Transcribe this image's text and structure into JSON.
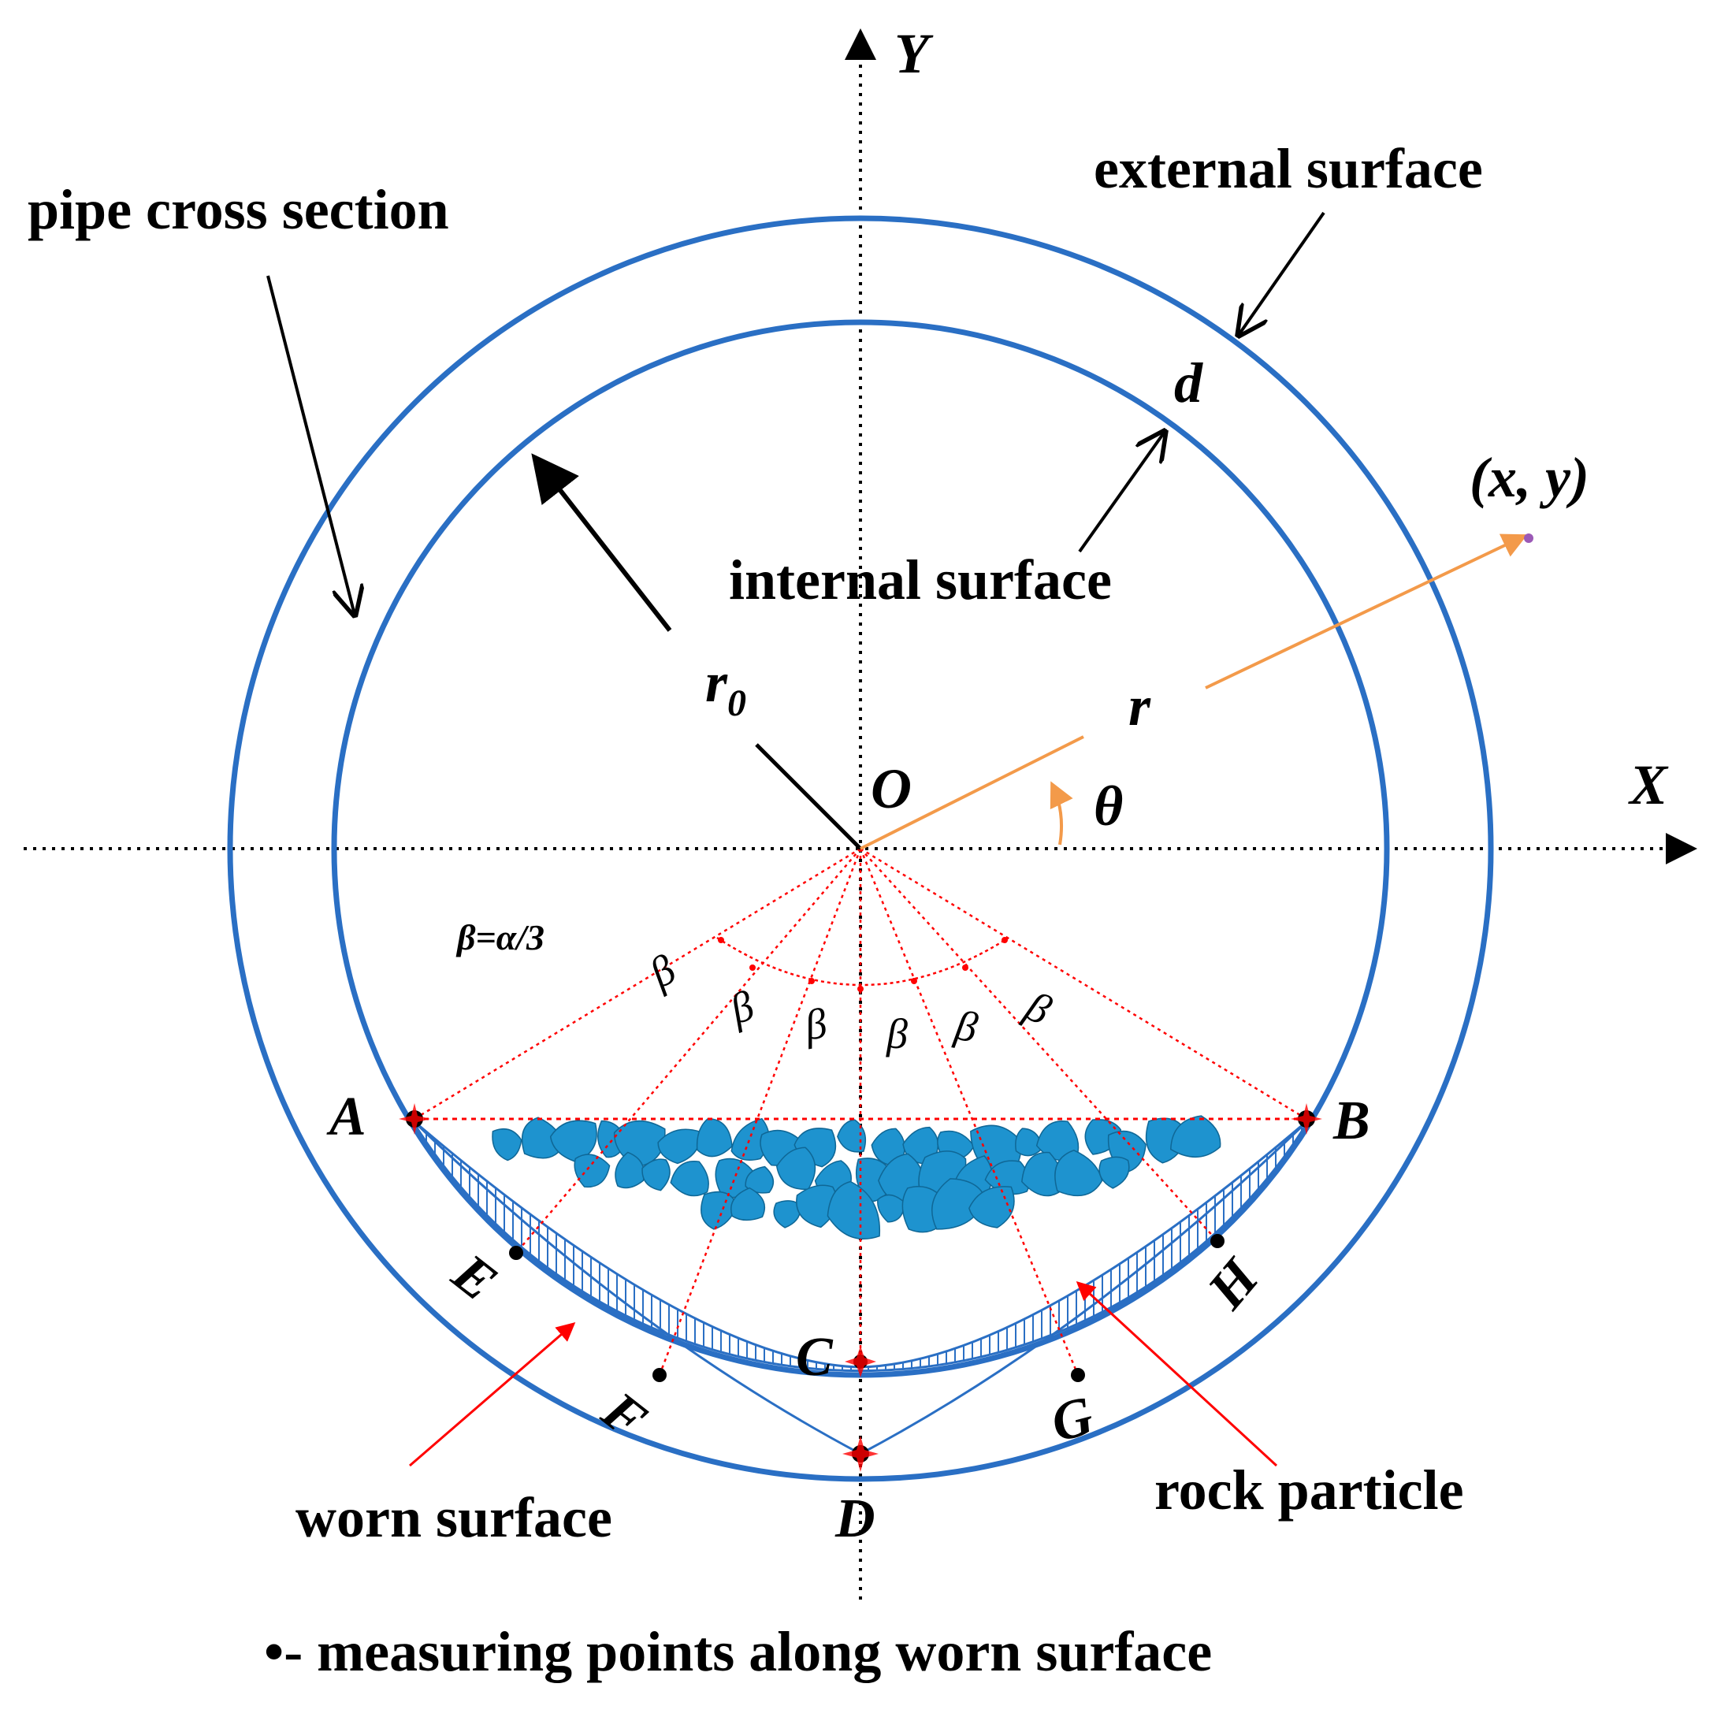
{
  "axes": {
    "x_label": "X",
    "y_label": "Y",
    "origin_label": "O"
  },
  "labels": {
    "pipe_cross_section": "pipe cross section",
    "external_surface": "external surface",
    "internal_surface": "internal surface",
    "thickness": "d",
    "inner_radius": "r",
    "inner_radius_sub": "0",
    "radius": "r",
    "angle": "θ",
    "point": "(x, y)",
    "beta_formula": "β=α/3",
    "beta": "β",
    "worn_surface": "worn surface",
    "rock_particle": "rock particle",
    "legend": "•- measuring points along worn surface"
  },
  "points": [
    "A",
    "B",
    "C",
    "D",
    "E",
    "F",
    "G",
    "H"
  ],
  "colors": {
    "pipe": "#2a6fc4",
    "rock": "#1e93cf",
    "red": "#ff0000",
    "orange": "#f39a4a",
    "black": "#000000"
  }
}
